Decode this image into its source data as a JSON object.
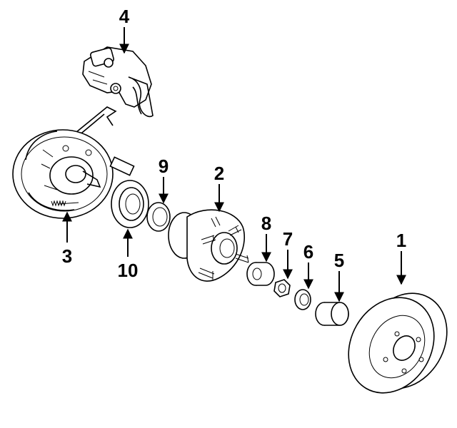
{
  "callouts": [
    {
      "id": "1",
      "label": "1"
    },
    {
      "id": "2",
      "label": "2"
    },
    {
      "id": "3",
      "label": "3"
    },
    {
      "id": "4",
      "label": "4"
    },
    {
      "id": "5",
      "label": "5"
    },
    {
      "id": "6",
      "label": "6"
    },
    {
      "id": "7",
      "label": "7"
    },
    {
      "id": "8",
      "label": "8"
    },
    {
      "id": "9",
      "label": "9"
    },
    {
      "id": "10",
      "label": "10"
    }
  ],
  "parts": [
    {
      "callout": "1",
      "icon": "brake-rotor-icon"
    },
    {
      "callout": "2",
      "icon": "wheel-hub-icon"
    },
    {
      "callout": "3",
      "icon": "backing-plate-icon"
    },
    {
      "callout": "4",
      "icon": "caliper-icon"
    },
    {
      "callout": "5",
      "icon": "dust-cap-icon"
    },
    {
      "callout": "6",
      "icon": "nut-retainer-icon"
    },
    {
      "callout": "7",
      "icon": "nut-icon"
    },
    {
      "callout": "8",
      "icon": "outer-bearing-icon"
    },
    {
      "callout": "9",
      "icon": "seal-icon"
    },
    {
      "callout": "10",
      "icon": "inner-bearing-icon"
    }
  ]
}
